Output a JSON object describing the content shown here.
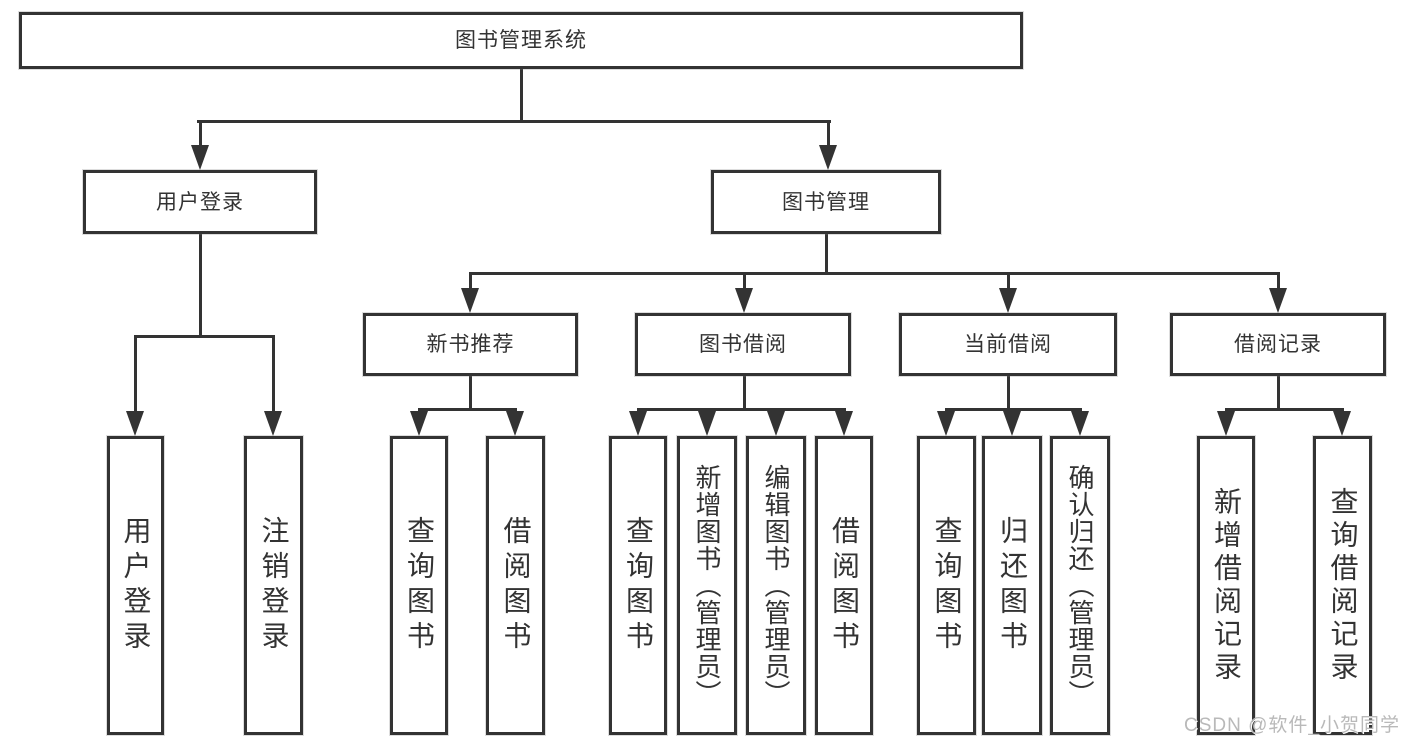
{
  "tree": {
    "root": {
      "label": "图书管理系统"
    },
    "user_login": {
      "label": "用户登录",
      "children": [
        "用户登录",
        "注销登录"
      ]
    },
    "book_mgmt": {
      "label": "图书管理",
      "branches": [
        {
          "label": "新书推荐",
          "children": [
            "查询图书",
            "借阅图书"
          ]
        },
        {
          "label": "图书借阅",
          "children": [
            "查询图书",
            "新增图书（管理员）",
            "编辑图书（管理员）",
            "借阅图书"
          ]
        },
        {
          "label": "当前借阅",
          "children": [
            "查询图书",
            "归还图书",
            "确认归还（管理员）"
          ]
        },
        {
          "label": "借阅记录",
          "children": [
            "新增借阅记录",
            "查询借阅记录"
          ]
        }
      ]
    }
  },
  "watermark": "CSDN @软件_小贺同学",
  "colors": {
    "line": "#333333",
    "box_border": "#333333",
    "text": "#333333",
    "watermark_text": "#b9b9b9",
    "background": "#ffffff"
  }
}
